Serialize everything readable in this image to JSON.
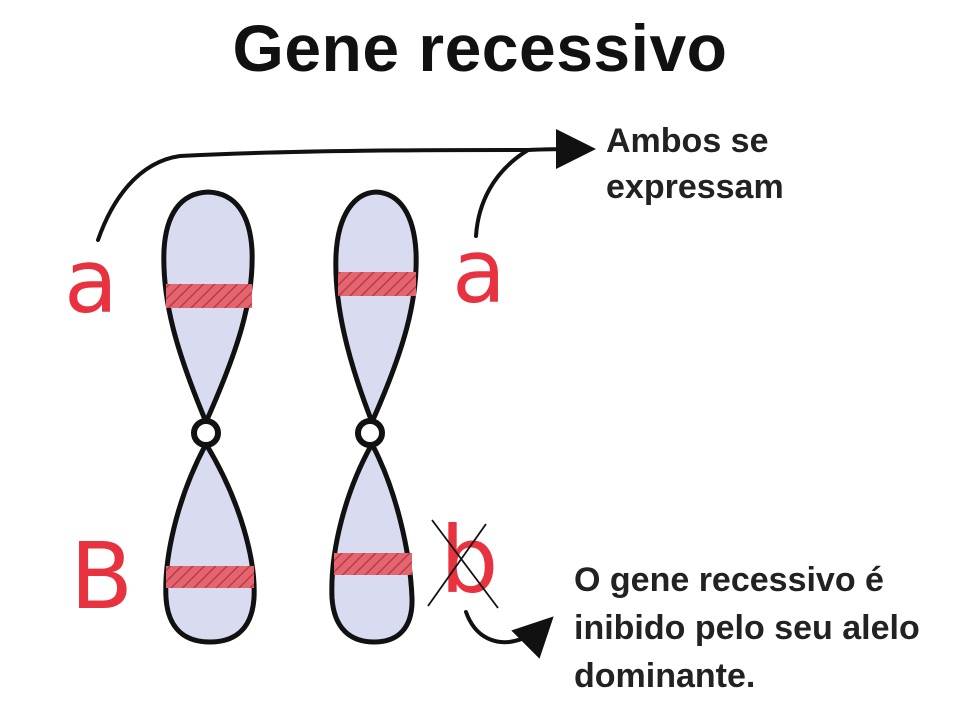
{
  "title": "Gene recessivo",
  "annotations": {
    "top": [
      "Ambos se",
      "expressam"
    ],
    "bottom": [
      "O gene recessivo é",
      "inibido pelo seu alelo",
      "dominante."
    ]
  },
  "alleles": {
    "left_top": "a",
    "right_top": "a",
    "left_bottom": "B",
    "right_bottom": "b"
  },
  "colors": {
    "chromosome_fill": "#d9dbf0",
    "band": "#e0505a",
    "allele": "#e8323f",
    "outline": "#111111"
  }
}
